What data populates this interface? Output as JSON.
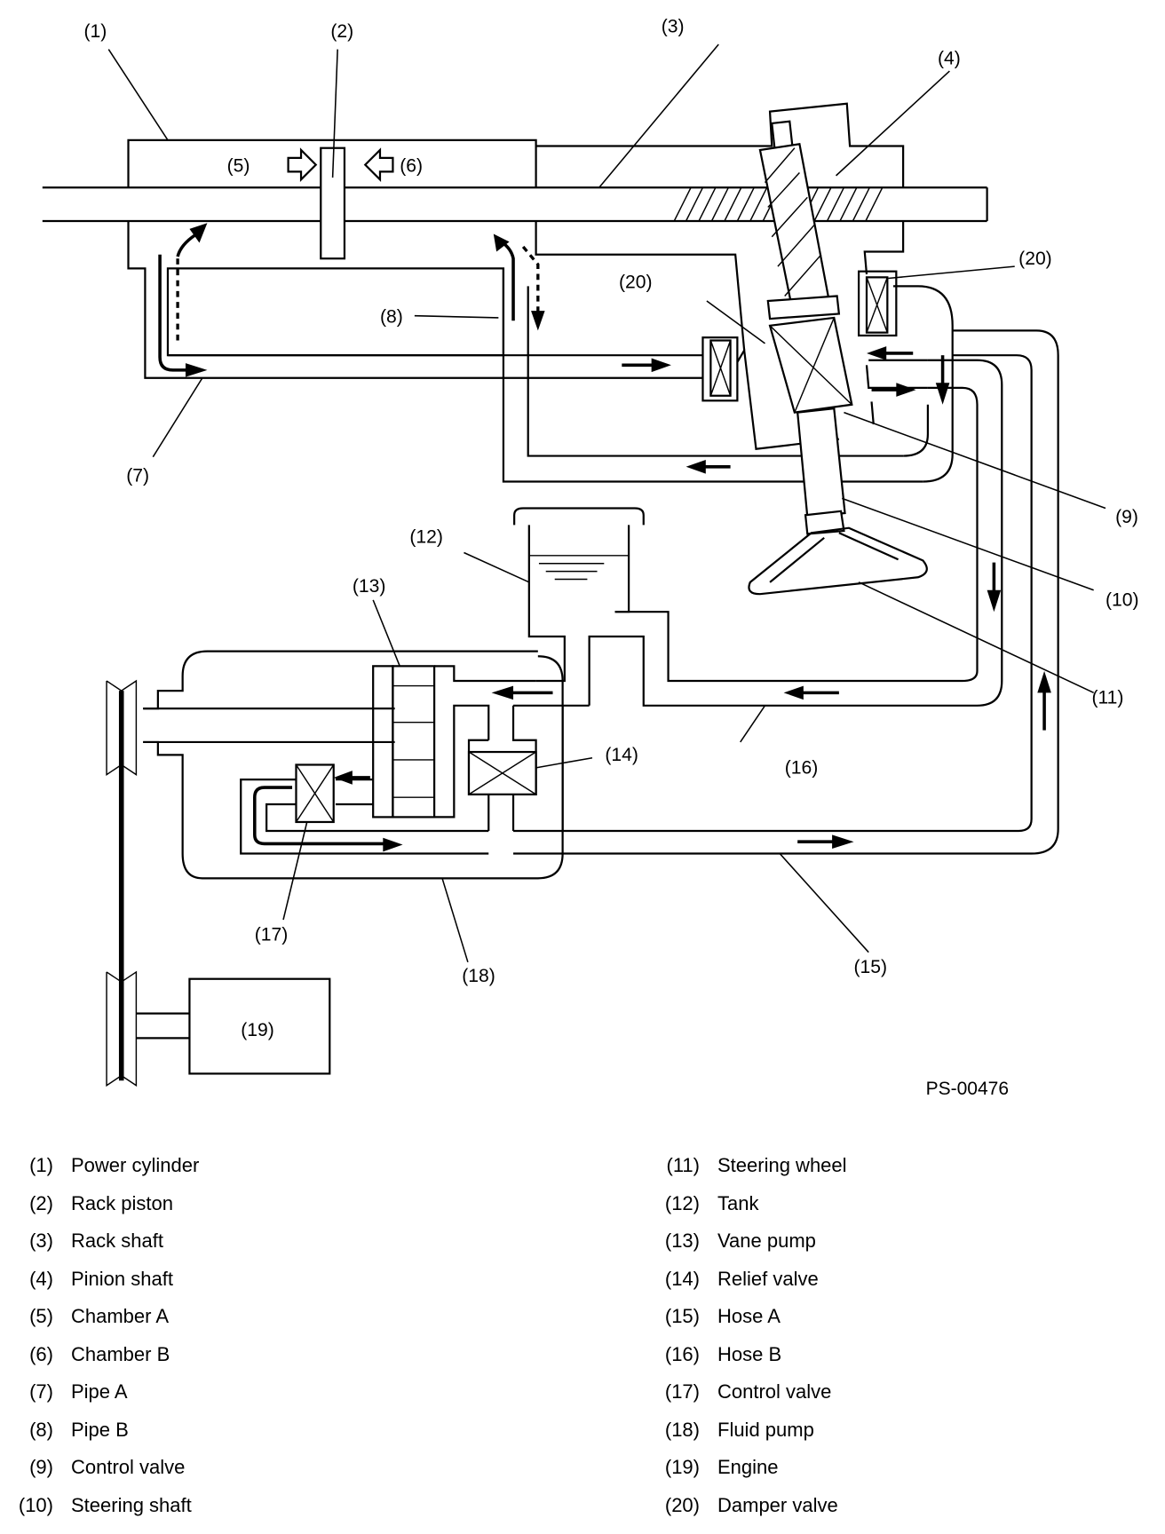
{
  "figure": {
    "id": "PS-00476",
    "callouts": {
      "c1": "(1)",
      "c2": "(2)",
      "c3": "(3)",
      "c4": "(4)",
      "c5": "(5)",
      "c6": "(6)",
      "c7": "(7)",
      "c8": "(8)",
      "c9": "(9)",
      "c10": "(10)",
      "c11": "(11)",
      "c12": "(12)",
      "c13": "(13)",
      "c14": "(14)",
      "c15": "(15)",
      "c16": "(16)",
      "c17": "(17)",
      "c18": "(18)",
      "c19": "(19)",
      "c20a": "(20)",
      "c20b": "(20)"
    }
  },
  "legend": {
    "left": [
      {
        "num": "(1)",
        "label": "Power cylinder"
      },
      {
        "num": "(2)",
        "label": "Rack piston"
      },
      {
        "num": "(3)",
        "label": "Rack shaft"
      },
      {
        "num": "(4)",
        "label": "Pinion shaft"
      },
      {
        "num": "(5)",
        "label": "Chamber A"
      },
      {
        "num": "(6)",
        "label": "Chamber B"
      },
      {
        "num": "(7)",
        "label": "Pipe A"
      },
      {
        "num": "(8)",
        "label": "Pipe B"
      },
      {
        "num": "(9)",
        "label": "Control valve"
      },
      {
        "num": "(10)",
        "label": "Steering shaft"
      }
    ],
    "right": [
      {
        "num": "(11)",
        "label": "Steering wheel"
      },
      {
        "num": "(12)",
        "label": "Tank"
      },
      {
        "num": "(13)",
        "label": "Vane pump"
      },
      {
        "num": "(14)",
        "label": "Relief valve"
      },
      {
        "num": "(15)",
        "label": "Hose A"
      },
      {
        "num": "(16)",
        "label": "Hose B"
      },
      {
        "num": "(17)",
        "label": "Control valve"
      },
      {
        "num": "(18)",
        "label": "Fluid pump"
      },
      {
        "num": "(19)",
        "label": "Engine"
      },
      {
        "num": "(20)",
        "label": "Damper valve"
      }
    ]
  }
}
